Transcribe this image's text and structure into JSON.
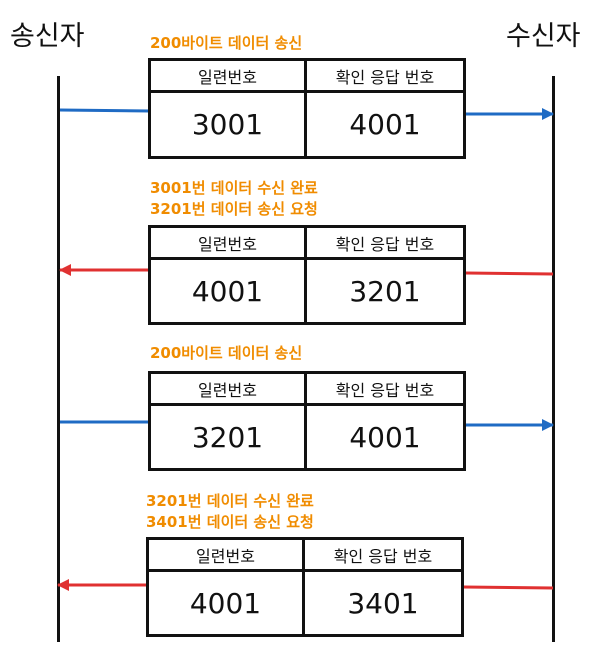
{
  "actors": {
    "sender": "송신자",
    "receiver": "수신자"
  },
  "columns": {
    "seq": "일련번호",
    "ack": "확인 응답 번호"
  },
  "messages": [
    {
      "caption1": "200바이트 데이터 송신",
      "caption2": "",
      "seq": "3001",
      "ack": "4001",
      "direction": "right",
      "color": "#1f6bc4"
    },
    {
      "caption1": "3001번 데이터 수신 완료",
      "caption2": "3201번 데이터 송신 요청",
      "seq": "4001",
      "ack": "3201",
      "direction": "left",
      "color": "#e03131"
    },
    {
      "caption1": "200바이트 데이터 송신",
      "caption2": "",
      "seq": "3201",
      "ack": "4001",
      "direction": "right",
      "color": "#1f6bc4"
    },
    {
      "caption1": "3201번 데이터 수신 완료",
      "caption2": "3401번 데이터 송신 요청",
      "seq": "4001",
      "ack": "3401",
      "direction": "left",
      "color": "#e03131"
    }
  ]
}
